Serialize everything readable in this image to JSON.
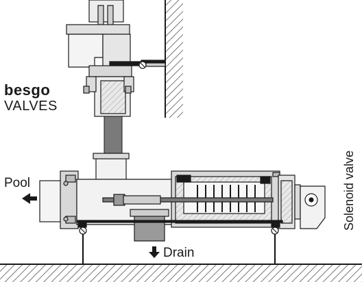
{
  "brand": {
    "name": "besgo",
    "subtitle": "VALVES"
  },
  "labels": {
    "pool": "Pool",
    "drain": "Drain",
    "solenoid": "Solenoid valve"
  },
  "colors": {
    "line": "#1a1a1a",
    "body_fill": "#e3e3e3",
    "body_light": "#f2f2f2",
    "shaft": "#7a7a7a",
    "hatch": "#555555"
  },
  "icons": {
    "pool_arrow": "arrow-left-icon",
    "drain_arrow": "arrow-down-icon"
  }
}
